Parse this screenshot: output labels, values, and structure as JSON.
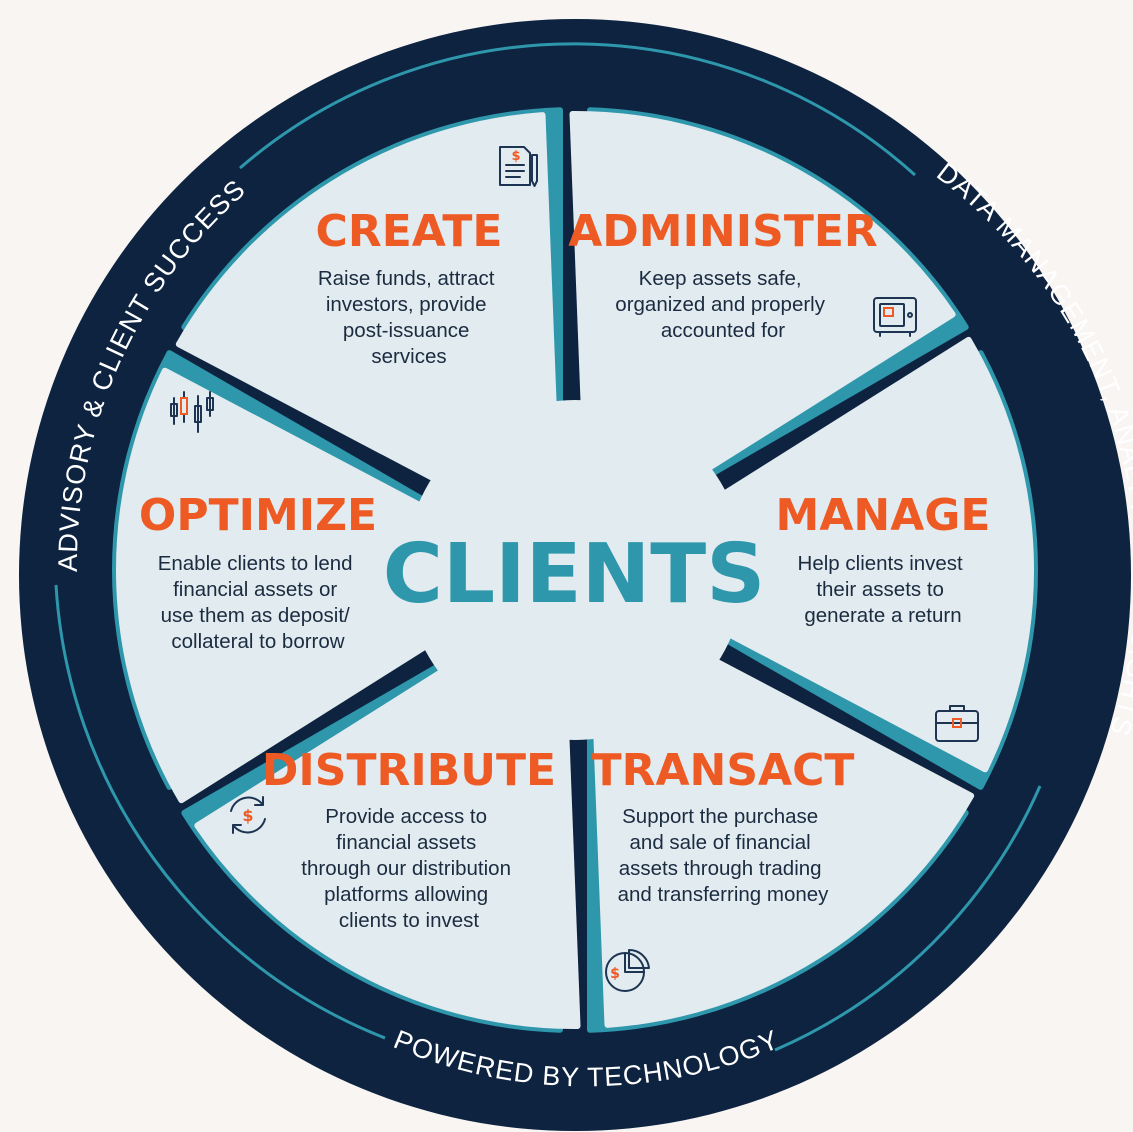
{
  "center": {
    "title": "CLIENTS"
  },
  "ring": {
    "left": "ADVISORY & CLIENT SUCCESS",
    "right": "DATA MANAGEMENT, ANALYTICS & INSIGHTS",
    "bottom": "POWERED BY TECHNOLOGY"
  },
  "segments": {
    "create": {
      "title": "CREATE",
      "lines": [
        "Raise funds, attract",
        "investors, provide",
        "post-issuance",
        "services"
      ],
      "icon": "document-dollar-icon"
    },
    "administer": {
      "title": "ADMINISTER",
      "lines": [
        "Keep assets safe,",
        "organized and properly",
        "accounted for"
      ],
      "icon": "safe-icon"
    },
    "manage": {
      "title": "MANAGE",
      "lines": [
        "Help clients invest",
        "their assets to",
        "generate a return"
      ],
      "icon": "briefcase-icon"
    },
    "transact": {
      "title": "TRANSACT",
      "lines": [
        "Support the purchase",
        "and sale of financial",
        "assets through trading",
        "and transferring money"
      ],
      "icon": "pie-chart-dollar-icon"
    },
    "distribute": {
      "title": "DISTRIBUTE",
      "lines": [
        "Provide access to",
        "financial assets",
        "through our distribution",
        "platforms allowing",
        "clients to invest"
      ],
      "icon": "dollar-exchange-icon"
    },
    "optimize": {
      "title": "OPTIMIZE",
      "lines": [
        "Enable clients to lend",
        "financial assets or",
        "use them as deposit/",
        "collateral to borrow"
      ],
      "icon": "candlestick-chart-icon"
    }
  },
  "colors": {
    "navy": "#0d2340",
    "teal": "#2e97ab",
    "segment_fill": "#e2ebef",
    "orange": "#ee5a24",
    "text": "#1b2b40"
  }
}
